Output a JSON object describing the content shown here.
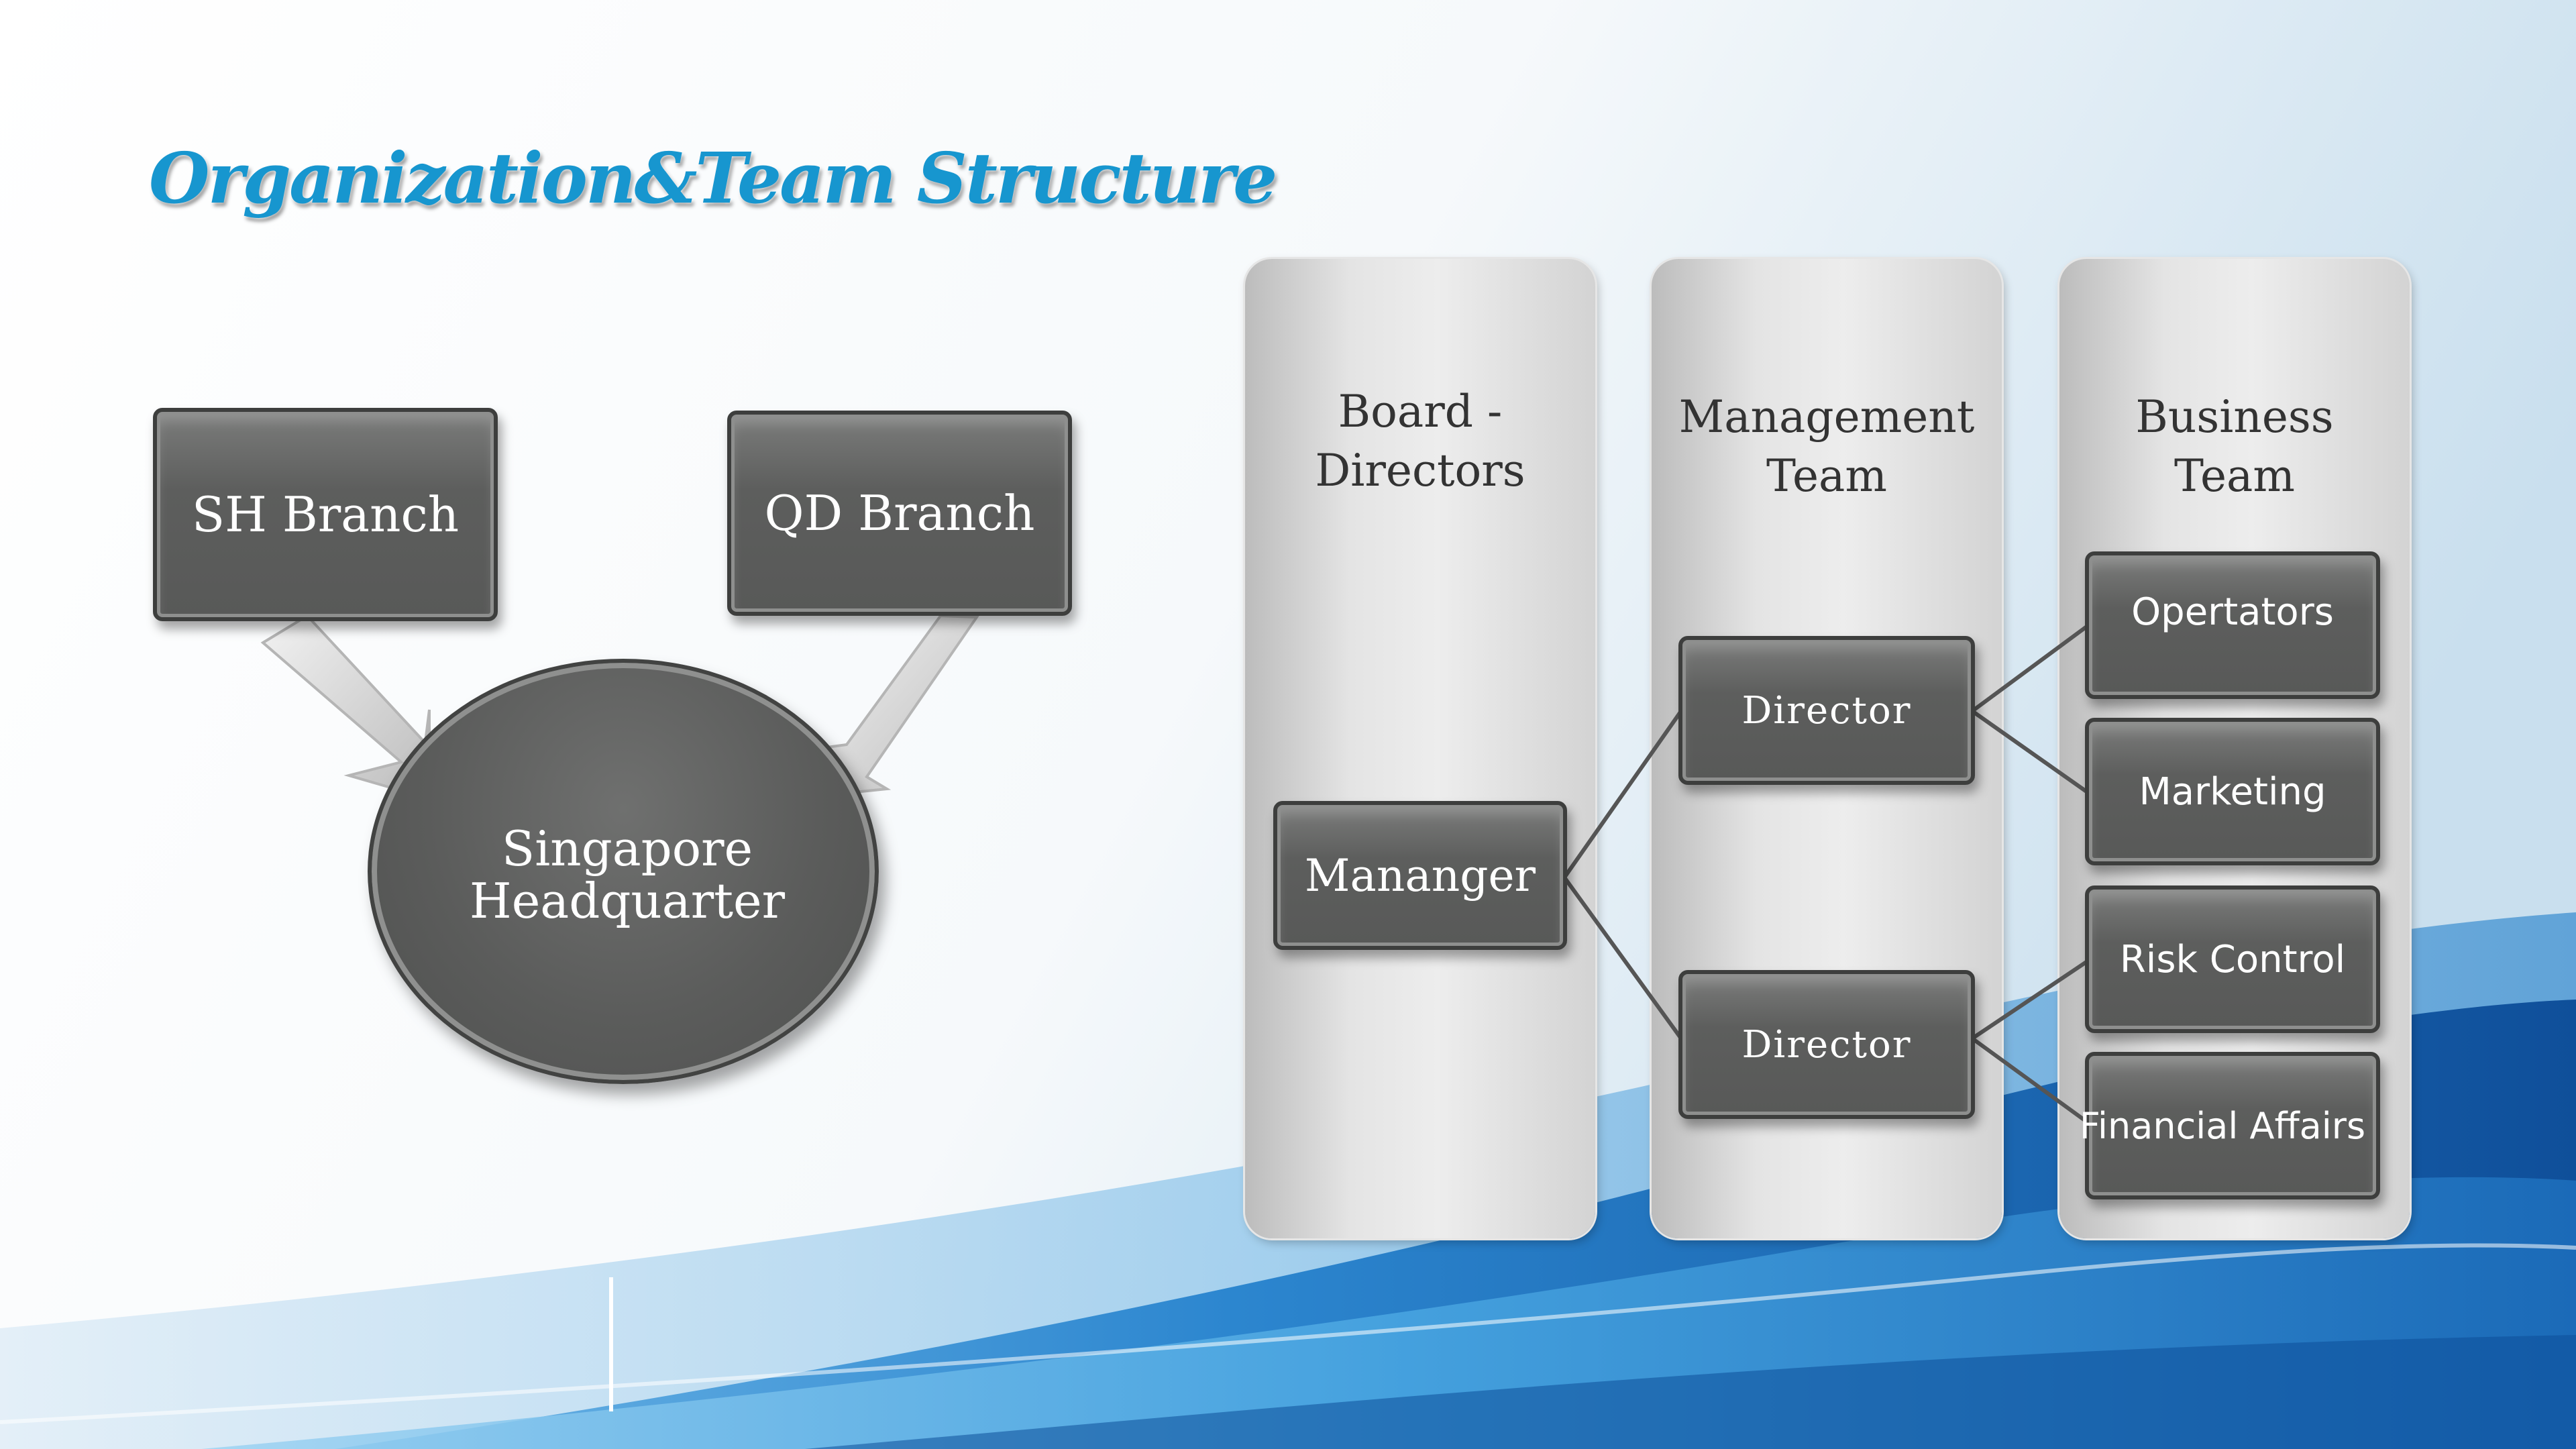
{
  "slide": {
    "title": "Organization&Team Structure"
  },
  "branches": {
    "sh": "SH Branch",
    "qd": "QD Branch",
    "hq": "Singapore\nHeadquarter"
  },
  "columns": {
    "board": "Board  -\nDirectors",
    "management": "Management\nTeam",
    "business": "Business\nTeam"
  },
  "nodes": {
    "manager": "Mananger",
    "director_top": "Director",
    "director_bottom": "Director",
    "operators": "Opertators",
    "marketing": "Marketing",
    "risk_control": "Risk Control",
    "financial_affairs": "Financial  Affairs"
  },
  "colors": {
    "title": "#1796cf",
    "box": "#5d5e5d",
    "connector": "#4a4a4a",
    "wave_dark": "#1565b0",
    "wave_light": "#5fb2e6"
  }
}
